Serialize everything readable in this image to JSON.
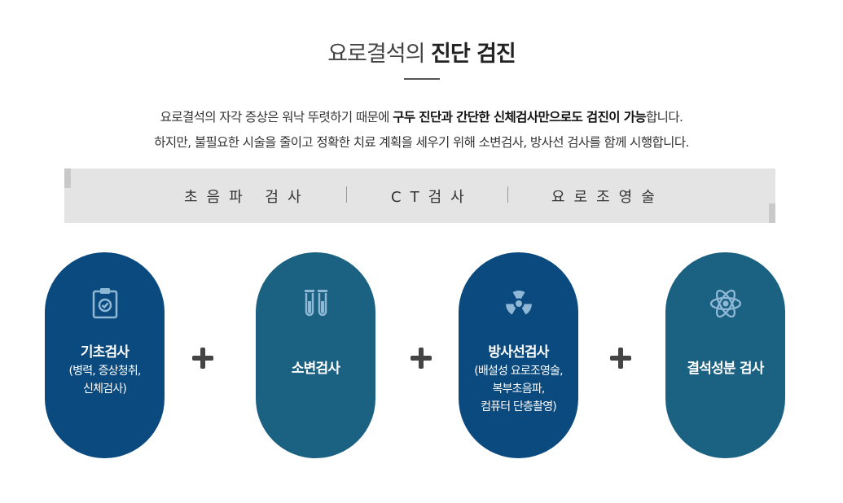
{
  "header": {
    "title_light": "요로결석의",
    "title_bold": "진단 검진"
  },
  "description": {
    "line1_pre": "요로결석의 자각 증상은 워낙 뚜렷하기 때문에",
    "line1_bold": "구두 진단과 간단한 신체검사만으로도 검진이 가능",
    "line1_post": "합니다.",
    "line2": "하지만, 불필요한 시술을 줄이고 정확한 치료 계획을 세우기 위해 소변검사, 방사선 검사를 함께 시행합니다."
  },
  "exam_bar": {
    "items": [
      "초음파 검사",
      "CT검사",
      "요로조영술"
    ]
  },
  "steps": [
    {
      "name": "기초검사",
      "sub_lines": [
        "(병력, 증상청취,",
        "신체검사)"
      ],
      "icon": "clipboard-check-icon",
      "color": "#0b4a7e"
    },
    {
      "name": "소변검사",
      "sub_lines": [],
      "icon": "test-tubes-icon",
      "color": "#1b6181"
    },
    {
      "name": "방사선검사",
      "sub_lines": [
        "(배설성 요로조영술,",
        "복부초음파,",
        "컴퓨터 단층촬영)"
      ],
      "icon": "radiation-icon",
      "color": "#0b4a7e"
    },
    {
      "name": "결석성분 검사",
      "sub_lines": [],
      "icon": "atom-icon",
      "color": "#1b6181"
    }
  ],
  "connector": {
    "icon": "plus-icon"
  }
}
